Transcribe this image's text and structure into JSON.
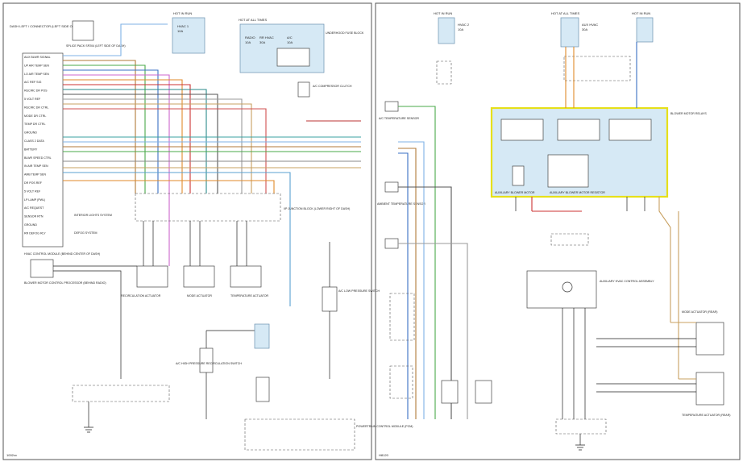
{
  "page": {
    "bg": "#ffffff",
    "highlight_color": "#e6e01a"
  },
  "labels": {
    "left_fig_no": "1002xx",
    "right_fig_no": "H8120",
    "left_center_top": "DASH LEFT / CONNECTOR (LEFT SIDE OF DASH)",
    "splice": "SPLICE PACK SP204 (LEFT SIDE OF DASH)",
    "hvac_module": "HVAC CONTROL MODULE (BEHIND CENTER OF DASH)",
    "interior_lights": "INTERIOR LIGHTS SYSTEM",
    "defog": "DEFOG SYSTEM",
    "blower_control": "BLOWER MOTOR CONTROL PROCESSOR (BEHIND RADIO)",
    "rr_recirc": "RECIRCULATION ACTUATOR",
    "mode_act": "MODE ACTUATOR",
    "temp_act": "TEMPERATURE ACTUATOR",
    "junction": "I/P JUNCTION BLOCK (LOWER RIGHT OF DASH)",
    "ac_low_press": "A/C LOW PRESSURE SWITCH",
    "ac_high_press": "A/C HIGH PRESSURE RECIRCULATION SWITCH",
    "ac_clutch": "A/C COMPRESSOR CLUTCH",
    "underhood_fuse": "UNDERHOOD FUSE BLOCK",
    "pcm": "POWERTRAIN CONTROL MODULE (PCM)",
    "aux_blower": "AUXILIARY BLOWER MOTOR",
    "aux_resistor": "AUXILIARY BLOWER MOTOR RESISTOR",
    "blower_relays": "BLOWER MOTOR RELAYS",
    "aux_hvac_assy": "AUXILIARY HVAC CONTROL ASSEMBLY",
    "lr_temp_sensor": "A/C TEMPERATURE SENSOR",
    "ambient_sensor": "AMBIENT TEMPERATURE SENSOR",
    "rear_temp_act": "TEMPERATURE ACTUATOR (REAR)",
    "rear_mode_act": "MODE ACTUATOR (REAR)",
    "hot_in_run": "HOT IN RUN",
    "hot_at_all_times": "HOT AT ALL TIMES"
  },
  "fuses": [
    {
      "name": "HVAC 1",
      "amp": "10A"
    },
    {
      "name": "RADIO",
      "amp": "10A"
    },
    {
      "name": "RR HVAC",
      "amp": "30A"
    },
    {
      "name": "A/C",
      "amp": "10A"
    },
    {
      "name": "HVAC 2",
      "amp": "10A"
    },
    {
      "name": "AUX HVAC",
      "amp": "30A"
    }
  ],
  "hvac_pins": [
    "AUX BLWR SIGNAL",
    "UP AIR TEMP SEN",
    "LO AIR TEMP SEN",
    "A/C REF SIG",
    "RECIRC DR POS",
    "5 VOLT REF",
    "RECIRC DR CTRL",
    "MODE DR CTRL",
    "TEMP DR CTRL",
    "GROUND",
    "CLASS 2 DATA",
    "BATTERY",
    "BLWR SPEED CTRL",
    "IN AIR TEMP SEN",
    "AMB TEMP SEN",
    "DR POS REF",
    "5 VOLT REF",
    "LP LAMP (PWL)",
    "A/C REQUEST",
    "SENSOR RTN",
    "GROUND",
    "RR DEFOG RLY"
  ]
}
